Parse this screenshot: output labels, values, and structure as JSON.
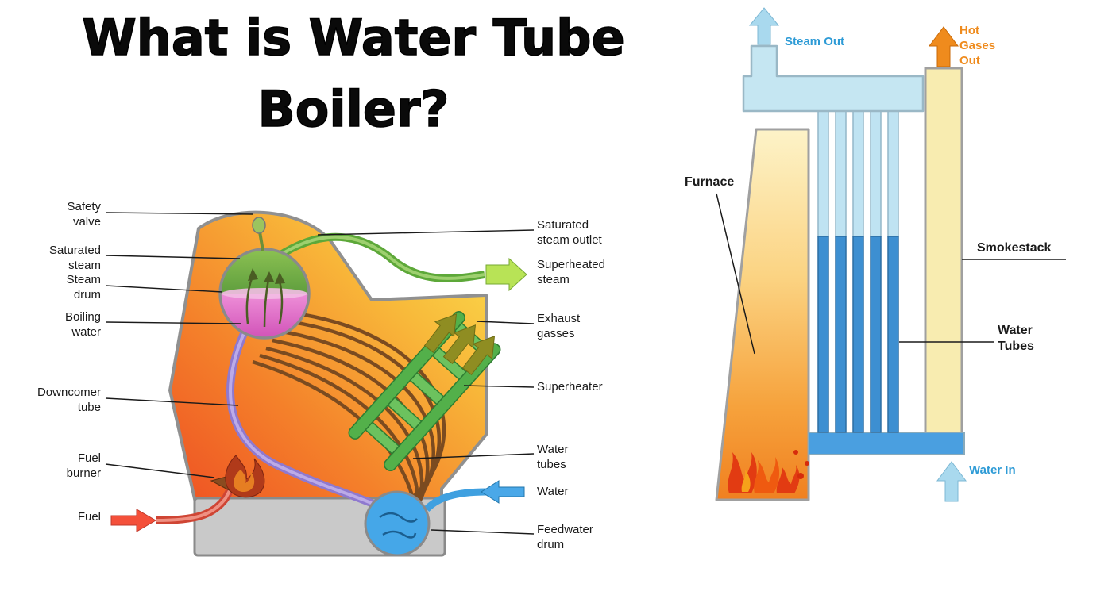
{
  "title": {
    "line1": "What is Water Tube",
    "line2": "Boiler?"
  },
  "left_diagram": {
    "name": "Water tube boiler cross-section",
    "labels": {
      "safety_valve": "Safety\nvalve",
      "saturated_steam": "Saturated\nsteam",
      "steam_drum": "Steam\ndrum",
      "boiling_water": "Boiling\nwater",
      "downcomer_tube": "Downcomer\ntube",
      "fuel_burner": "Fuel\nburner",
      "fuel": "Fuel",
      "saturated_steam_outlet": "Saturated\nsteam outlet",
      "superheated_steam": "Superheated\nsteam",
      "exhaust_gasses": "Exhaust\ngasses",
      "superheater": "Superheater",
      "water_tubes": "Water\ntubes",
      "water": "Water",
      "feedwater_drum": "Feedwater\ndrum"
    }
  },
  "right_diagram": {
    "name": "Water tube boiler flow schematic",
    "labels": {
      "steam_out": "Steam Out",
      "hot_gases_out": "Hot\nGases\nOut",
      "furnace": "Furnace",
      "smokestack": "Smokestack",
      "water_tubes": "Water\nTubes",
      "water_in": "Water In"
    }
  },
  "colors": {
    "steam_arrow_blue": "#a9d9ee",
    "label_blue": "#2e9bd6",
    "hot_gas_orange": "#ef8b1d",
    "water_blue": "#3d8fd1",
    "flame_red": "#e23b12",
    "body_orange": "#f4802a",
    "body_yellow": "#fbe14f",
    "superheater_green": "#53b04a",
    "drum_pink": "#e06fc8",
    "drum_green": "#7ab648",
    "tube_brown": "#7b4b20",
    "downcomer_purple": "#8f79cf",
    "fuel_red": "#f4503a",
    "base_grey": "#c9c9c9"
  }
}
